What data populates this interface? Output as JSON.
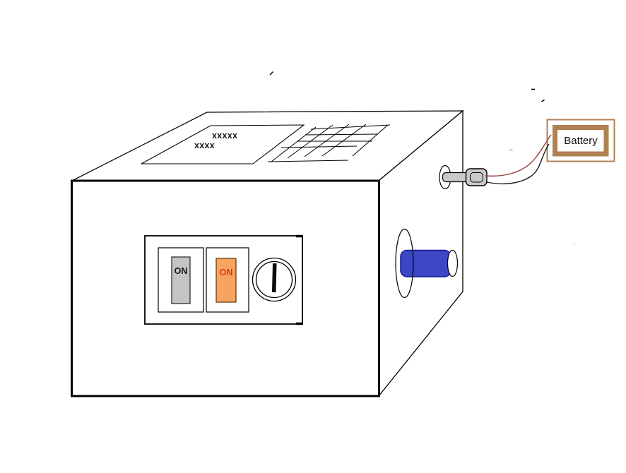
{
  "top_plate": {
    "line1": "xxxxx",
    "line2": "xxxx"
  },
  "switch_gray": {
    "label": "ON",
    "fill": "#C4C4C4",
    "label_color": "#1a1a1a"
  },
  "switch_orange": {
    "label": "ON",
    "fill": "#F6A45F",
    "label_color": "#D6372D"
  },
  "knob": {
    "fill": "#3D46C4",
    "outline": "#16169B"
  },
  "connector": {
    "fill": "#C9C9C9"
  },
  "wires": {
    "red": "#9A3B35",
    "black": "#1a1a1a"
  },
  "battery": {
    "label": "Battery",
    "frame_color": "#B08253"
  },
  "line_color": "#000000"
}
